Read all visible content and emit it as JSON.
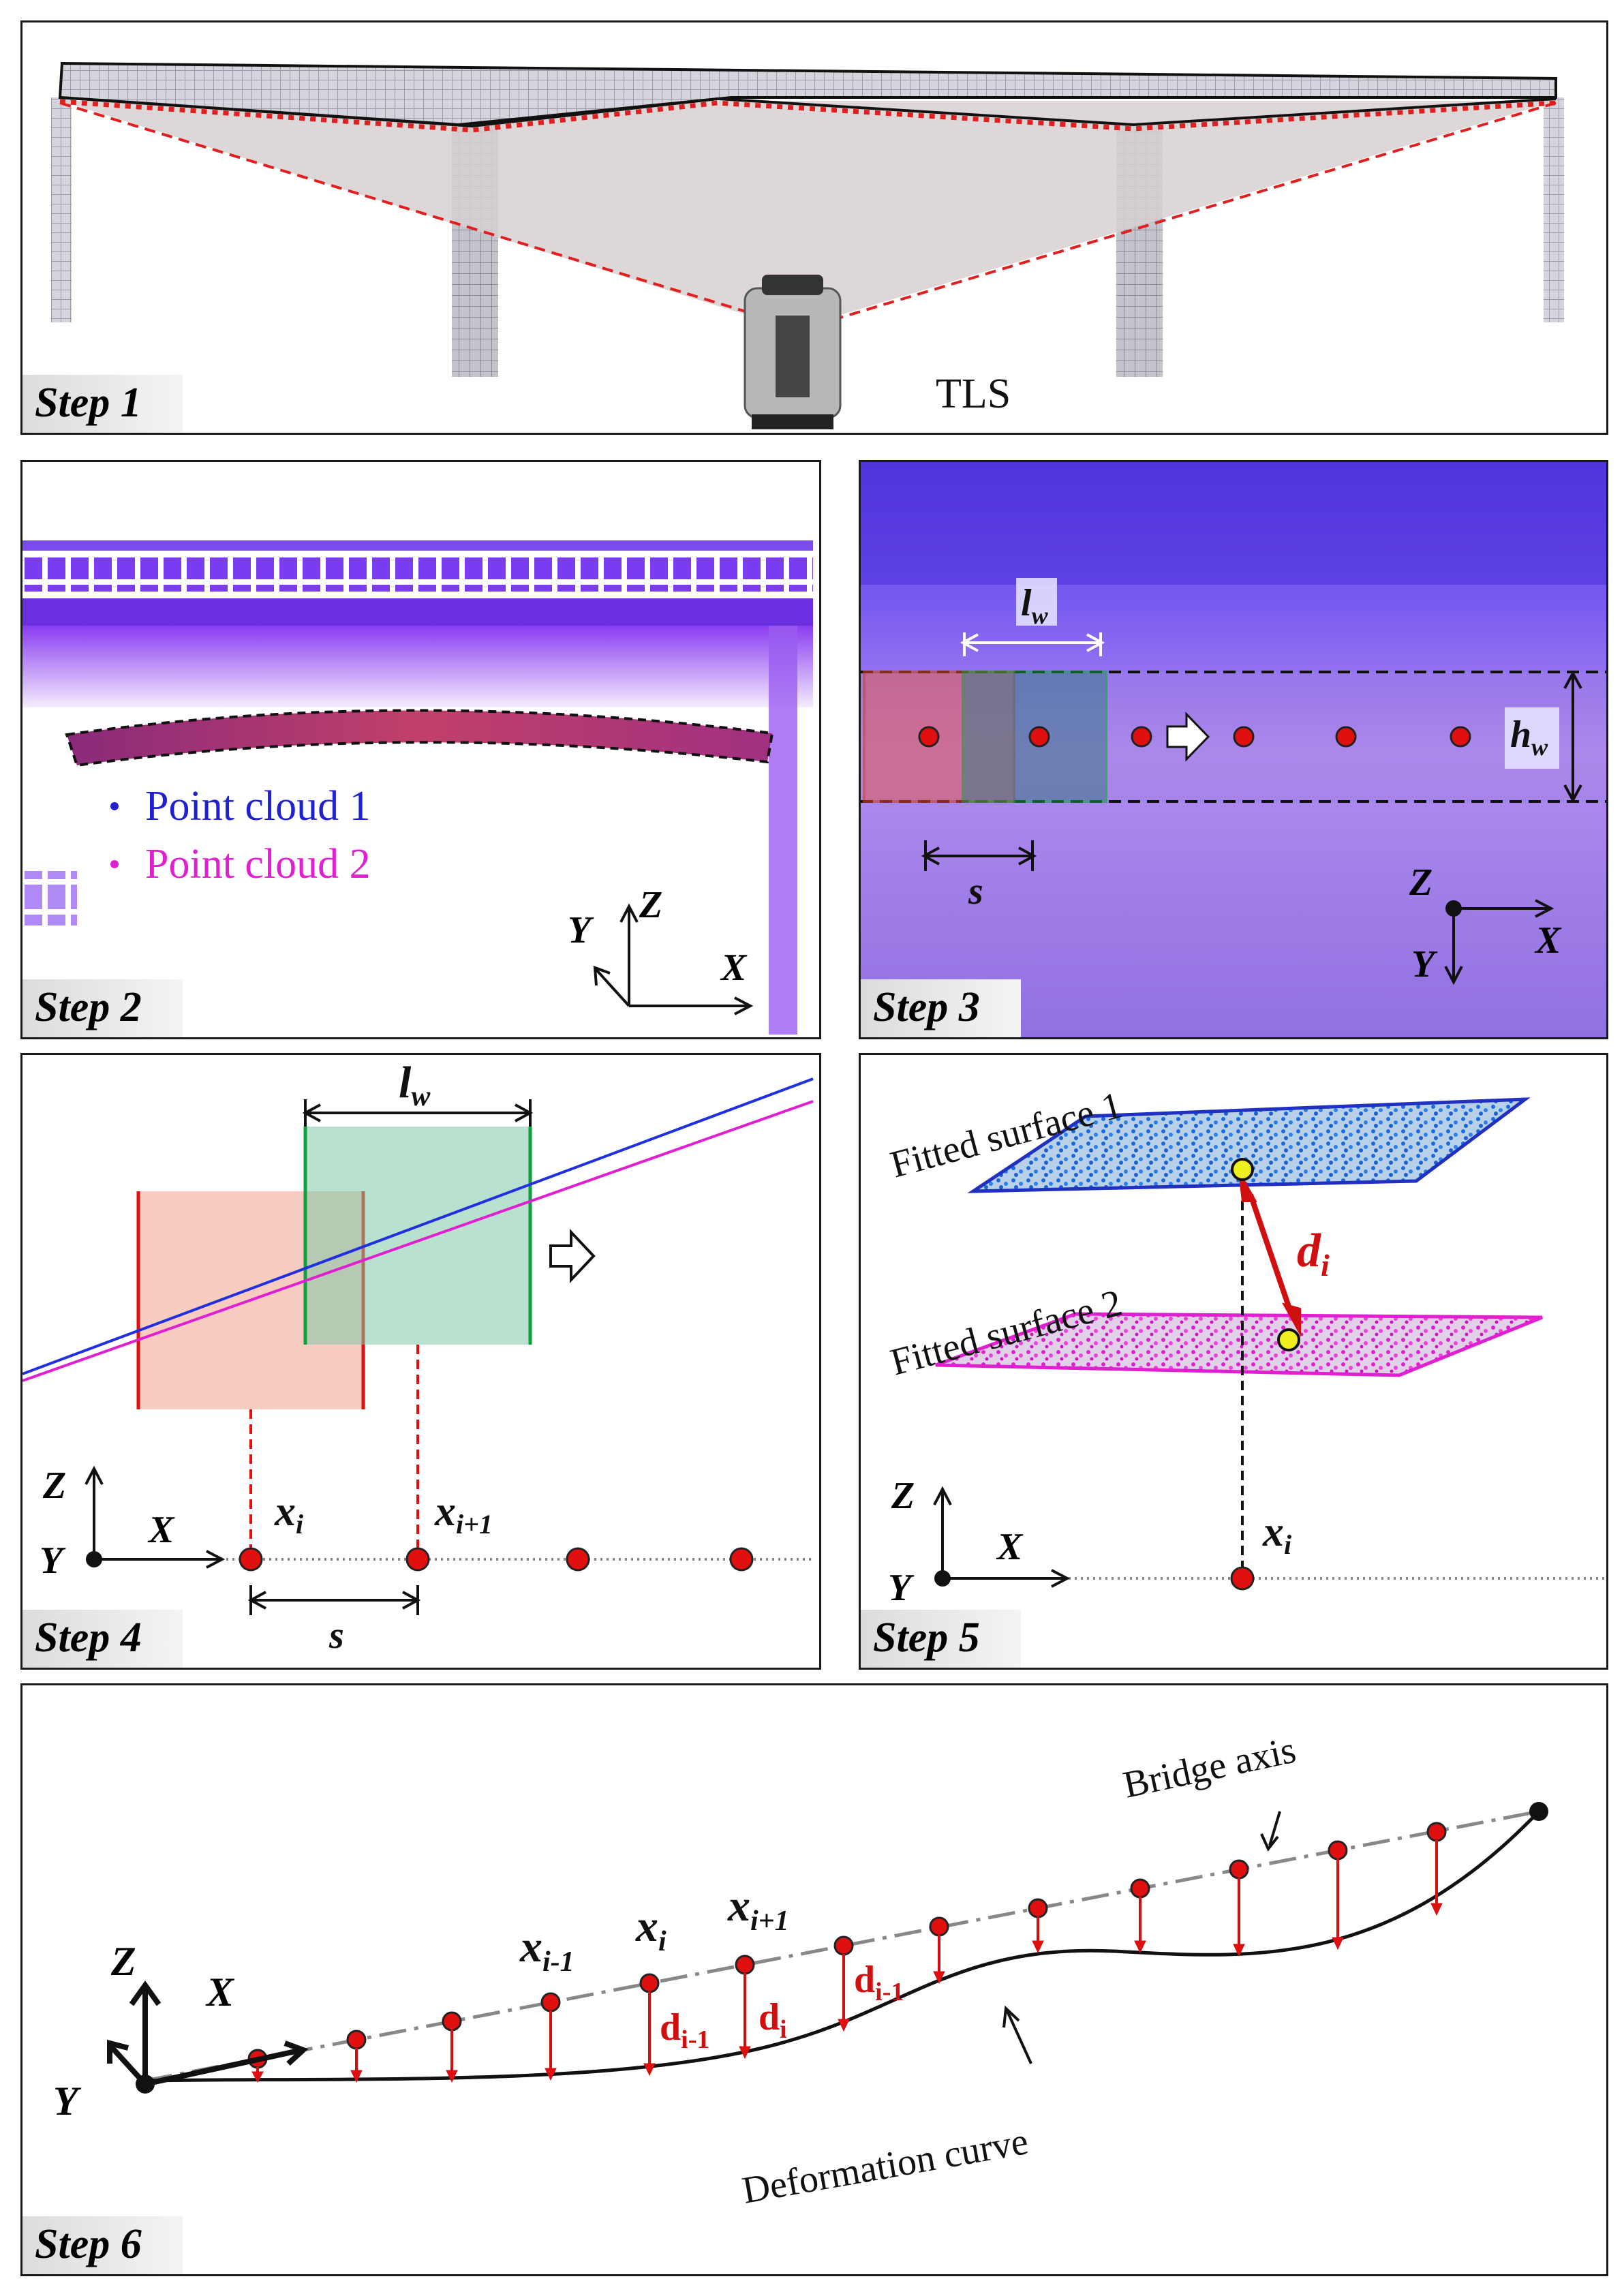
{
  "step1": {
    "label": "Step 1",
    "scanner_label": "TLS"
  },
  "step2": {
    "label": "Step 2",
    "legend": [
      {
        "text": "Point cloud 1",
        "color": "#2020d0"
      },
      {
        "text": "Point cloud 2",
        "color": "#e020d0"
      }
    ],
    "axes": {
      "y": "Y",
      "z": "Z",
      "x": "X"
    }
  },
  "step3": {
    "label": "Step 3",
    "lw_main": "l",
    "lw_sub": "w",
    "hw_main": "h",
    "hw_sub": "w",
    "s": "s",
    "axes": {
      "z": "Z",
      "x": "X",
      "y": "Y"
    }
  },
  "step4": {
    "label": "Step 4",
    "lw_main": "l",
    "lw_sub": "w",
    "xi_main": "x",
    "xi_sub": "i",
    "xi1_main": "x",
    "xi1_sub": "i+1",
    "s": "s",
    "axes": {
      "z": "Z",
      "x": "X",
      "y": "Y"
    }
  },
  "step5": {
    "label": "Step 5",
    "surface1": "Fitted surface 1",
    "surface2": "Fitted surface 2",
    "di_main": "d",
    "di_sub": "i",
    "xi_main": "x",
    "xi_sub": "i",
    "axes": {
      "z": "Z",
      "x": "X",
      "y": "Y"
    }
  },
  "step6": {
    "label": "Step 6",
    "bridge_axis": "Bridge axis",
    "deformation_curve": "Deformation curve",
    "xim1_main": "x",
    "xim1_sub": "i-1",
    "xi_main": "x",
    "xi_sub": "i",
    "xi1_main": "x",
    "xi1_sub": "i+1",
    "d1_main": "d",
    "d1_sub": "i-1",
    "d2_main": "d",
    "d2_sub": "i",
    "d3_main": "d",
    "d3_sub": "i-1",
    "axes": {
      "z": "Z",
      "x": "X",
      "y": "Y"
    }
  }
}
